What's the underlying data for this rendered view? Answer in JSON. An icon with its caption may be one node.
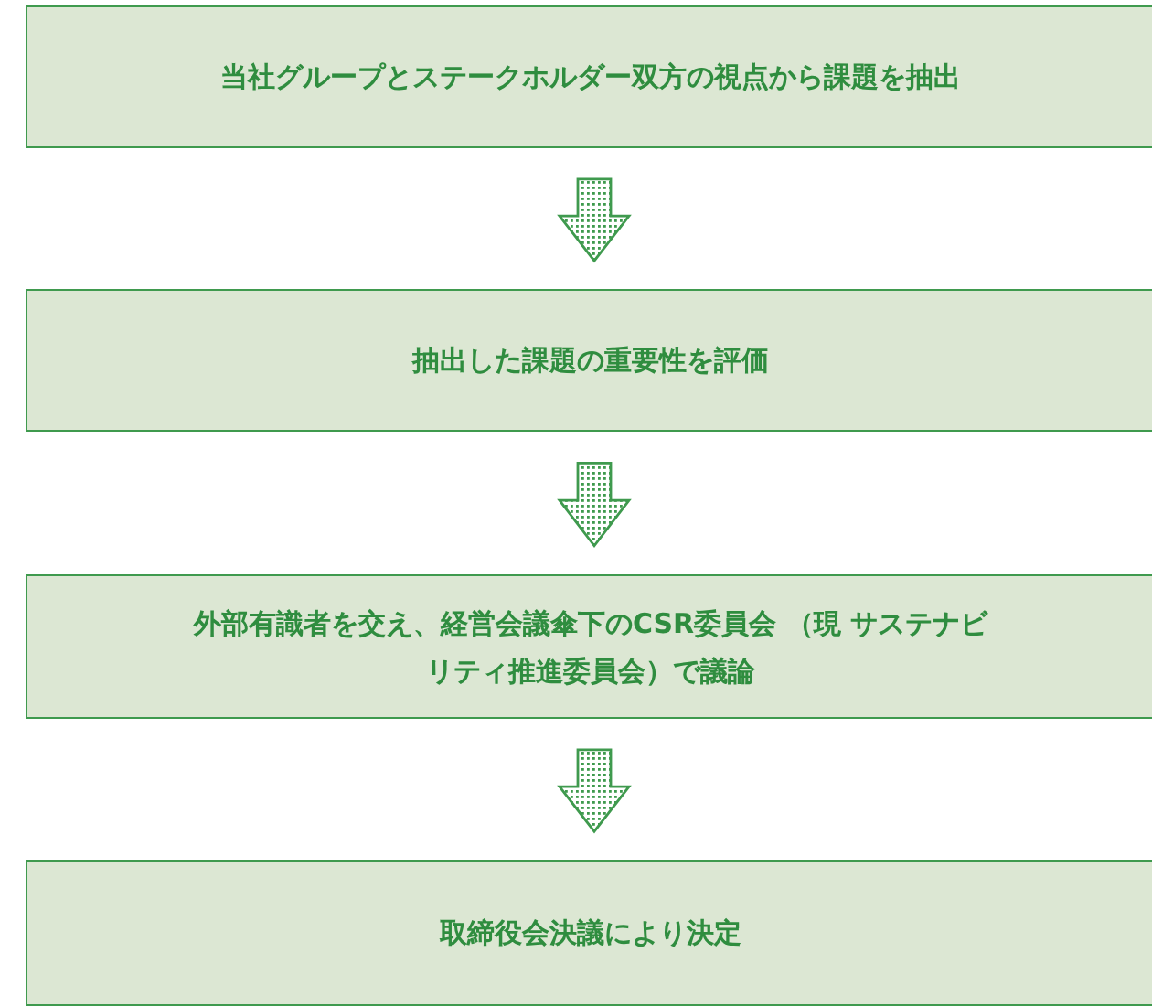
{
  "diagram": {
    "nodes": [
      {
        "text": [
          "当社グループとステークホルダー双方の視点から課題を抽出"
        ]
      },
      {
        "text": [
          "抽出した課題の重要性を評価"
        ]
      },
      {
        "text": [
          "外部有識者を交え、経営会議傘下のCSR委員会 （現 サステナビリティ推進委員会）で議論"
        ]
      },
      {
        "text": [
          "取締役会決議により決定"
        ]
      }
    ],
    "edges": [
      {
        "from": 0,
        "to": 1,
        "arrow": "to"
      },
      {
        "from": 1,
        "to": 2,
        "arrow": "to"
      },
      {
        "from": 2,
        "to": 3,
        "arrow": "to"
      }
    ]
  }
}
